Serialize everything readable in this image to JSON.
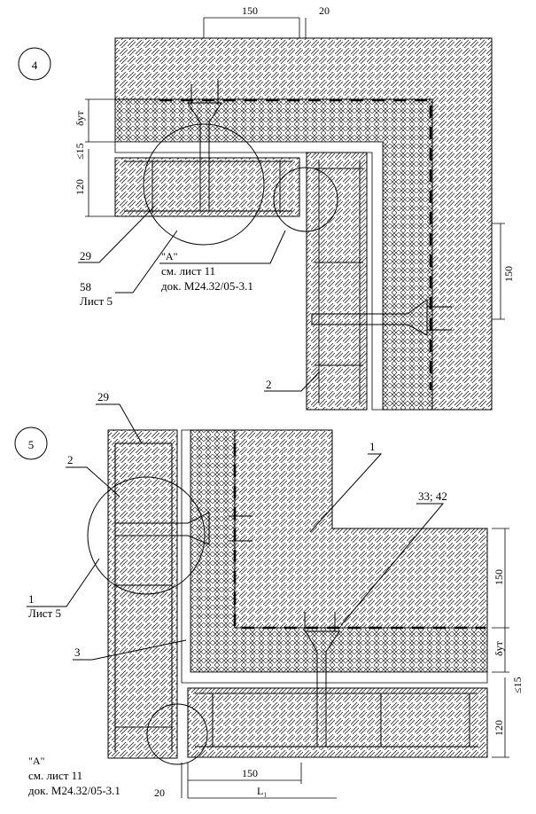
{
  "detail4": {
    "number": "4",
    "dim_top": "150",
    "dim_top_small": "20",
    "dim_insulation": "δут",
    "dim_gap": "≤15",
    "dim_inner": "120",
    "dim_right": "150",
    "callout_29": "29",
    "callout_A": "\"A\"",
    "callout_A_sheet": "см. лист 11",
    "callout_A_doc": "док. М24.32/05-3.1",
    "callout_58": "58",
    "callout_58_sheet": "Лист 5",
    "callout_2": "2"
  },
  "detail5": {
    "number": "5",
    "callout_29": "29",
    "callout_2": "2",
    "callout_1": "1",
    "callout_3342": "33; 42",
    "callout_1_lower": "1",
    "callout_1_sheet": "Лист 5",
    "callout_3": "3",
    "dim_right": "150",
    "dim_insulation": "δут",
    "dim_gap": "≤15",
    "dim_inner": "120",
    "dim_bottom": "150",
    "dim_bottom_small": "20",
    "dim_L": "L₁",
    "callout_A": "\"A\"",
    "callout_A_sheet": "см. лист 11",
    "callout_A_doc": "док. М24.32/05-3.1"
  }
}
